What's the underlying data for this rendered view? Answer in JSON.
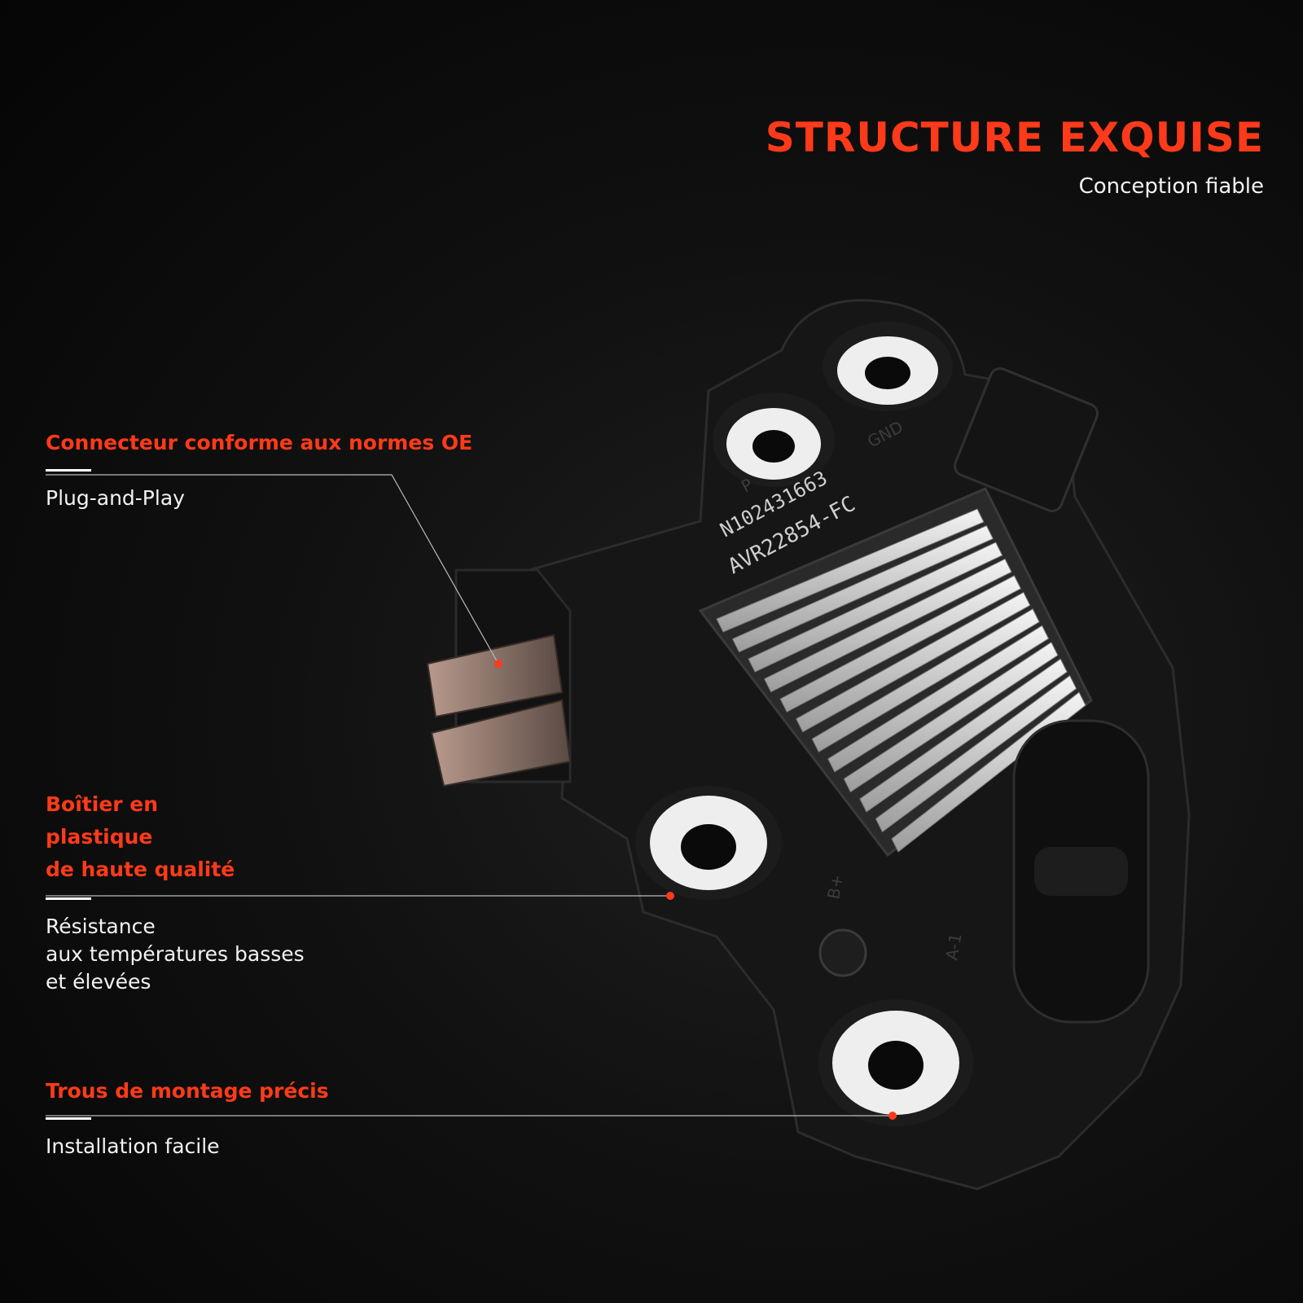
{
  "header": {
    "title": "STRUCTURE EXQUISE",
    "subtitle": "Conception fiable"
  },
  "callouts": [
    {
      "title": "Connecteur conforme aux normes OE",
      "body": "Plug-and-Play"
    },
    {
      "title": "Boîtier en\nplastique\nde haute qualité",
      "body": "Résistance\naux températures basses\net élevées"
    },
    {
      "title": "Trous de montage précis",
      "body": "Installation facile"
    }
  ],
  "product": {
    "part_number": "AVR22854-FC",
    "serial": "N102431663",
    "labels": {
      "gnd": "GND",
      "p": "P",
      "b_plus": "B+",
      "a1": "A-1"
    }
  },
  "colors": {
    "accent": "#ff3a1a",
    "background": "#0a0a0a",
    "body": "#1a1a1a",
    "heatsink": "#e8e8e8"
  }
}
